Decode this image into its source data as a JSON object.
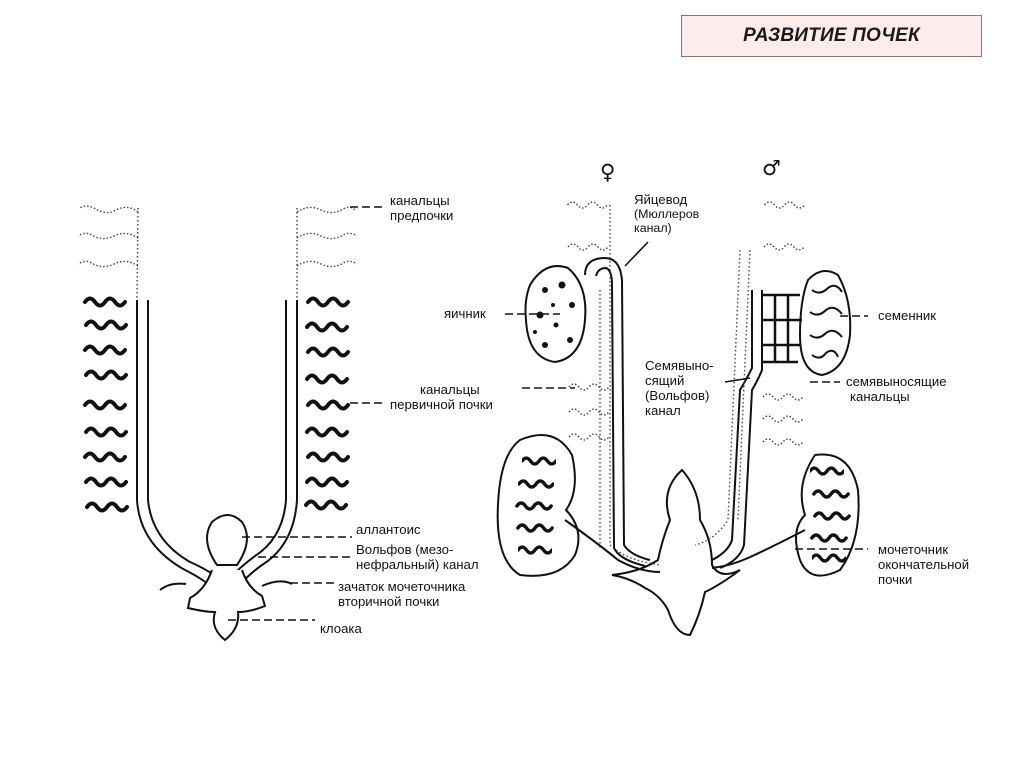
{
  "title": "РАЗВИТИЕ ПОЧЕК",
  "symbols": {
    "female": "♀",
    "male": "♂"
  },
  "labels": {
    "pronephros_tubules": [
      "канальцы",
      "предпочки"
    ],
    "mesonephros_tubules": [
      "канальцы",
      "первичной почки"
    ],
    "allantois": "аллантоис",
    "wolffian_duct": [
      "Вольфов (мезо-",
      "нефральный) канал"
    ],
    "ureter_bud": [
      "зачаток мочеточника",
      "вторичной почки"
    ],
    "cloaca": "клоака",
    "oviduct": [
      "Яйцевод",
      "(Мюллеров",
      "канал)"
    ],
    "ovary": "яичник",
    "vas_deferens": [
      "Семявыно-",
      "сящий",
      "(Вольфов)",
      "канал"
    ],
    "testis": "семенник",
    "efferent_ductules": [
      "семявыносящие",
      "канальцы"
    ],
    "metanephros_ureter": [
      "мочеточник",
      "окончательной",
      "почки"
    ]
  }
}
